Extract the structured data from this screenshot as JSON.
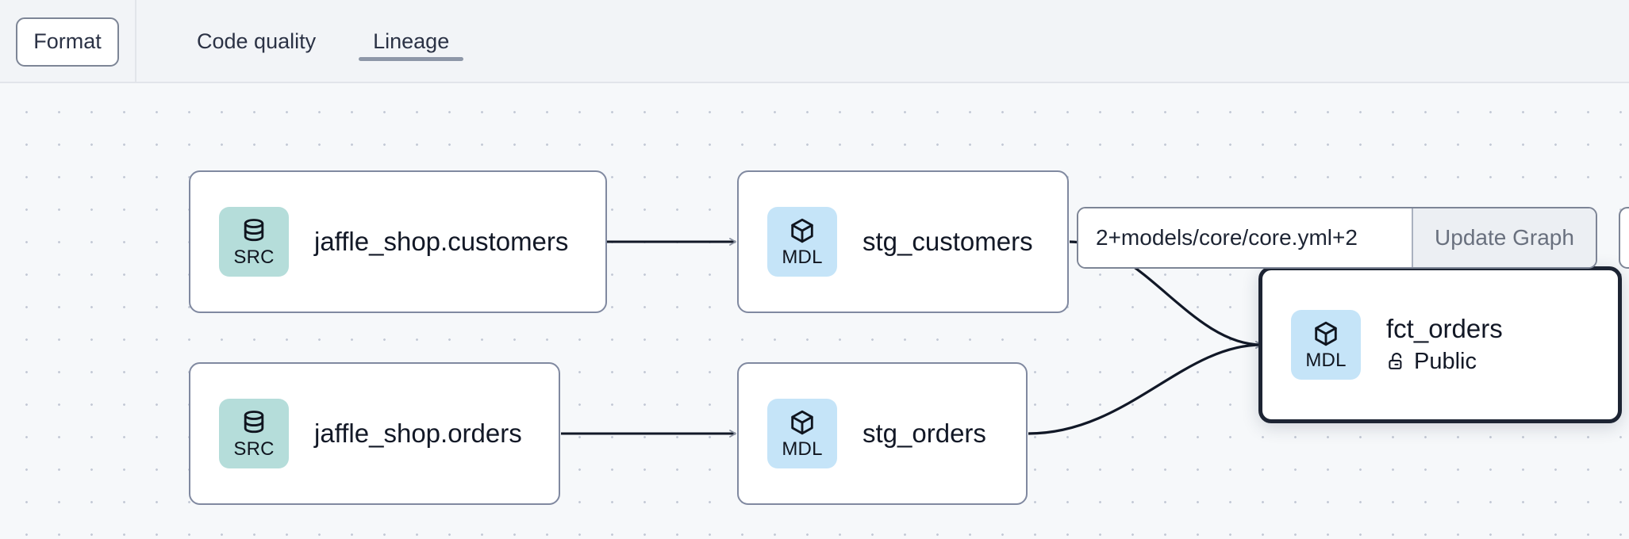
{
  "toolbar": {
    "format_label": "Format",
    "tabs": [
      {
        "label": "Code quality",
        "active": false
      },
      {
        "label": "Lineage",
        "active": true
      }
    ]
  },
  "graph_control": {
    "selector_value": "2+models/core/core.yml+2",
    "selector_placeholder": "2+models/core/core.yml+2",
    "update_label": "Update Graph"
  },
  "lineage": {
    "nodes": [
      {
        "id": "jaffle_shop_customers",
        "badge": "SRC",
        "badge_icon": "database-icon",
        "title": "jaffle_shop.customers",
        "subtitle": null,
        "subtitle_icon": null,
        "selected": false
      },
      {
        "id": "jaffle_shop_orders",
        "badge": "SRC",
        "badge_icon": "database-icon",
        "title": "jaffle_shop.orders",
        "subtitle": null,
        "subtitle_icon": null,
        "selected": false
      },
      {
        "id": "stg_customers",
        "badge": "MDL",
        "badge_icon": "cube-icon",
        "title": "stg_customers",
        "subtitle": null,
        "subtitle_icon": null,
        "selected": false
      },
      {
        "id": "stg_orders",
        "badge": "MDL",
        "badge_icon": "cube-icon",
        "title": "stg_orders",
        "subtitle": null,
        "subtitle_icon": null,
        "selected": false
      },
      {
        "id": "fct_orders",
        "badge": "MDL",
        "badge_icon": "cube-icon",
        "title": "fct_orders",
        "subtitle": "Public",
        "subtitle_icon": "unlock-icon",
        "selected": true
      }
    ],
    "edges": [
      {
        "from": "jaffle_shop_customers",
        "to": "stg_customers"
      },
      {
        "from": "jaffle_shop_orders",
        "to": "stg_orders"
      },
      {
        "from": "stg_customers",
        "to": "fct_orders"
      },
      {
        "from": "stg_orders",
        "to": "fct_orders"
      }
    ]
  },
  "colors": {
    "canvas_background": "#f6f8fa",
    "dot_grid": "#c4cad6",
    "src_badge": "#b5ddda",
    "mdl_badge": "#c5e4f8",
    "node_border": "#8089a0",
    "selected_border": "#1d2433",
    "edge_stroke": "#111827",
    "tab_active_underline": "#8e97a8",
    "toolbar_background": "#f2f4f7"
  }
}
